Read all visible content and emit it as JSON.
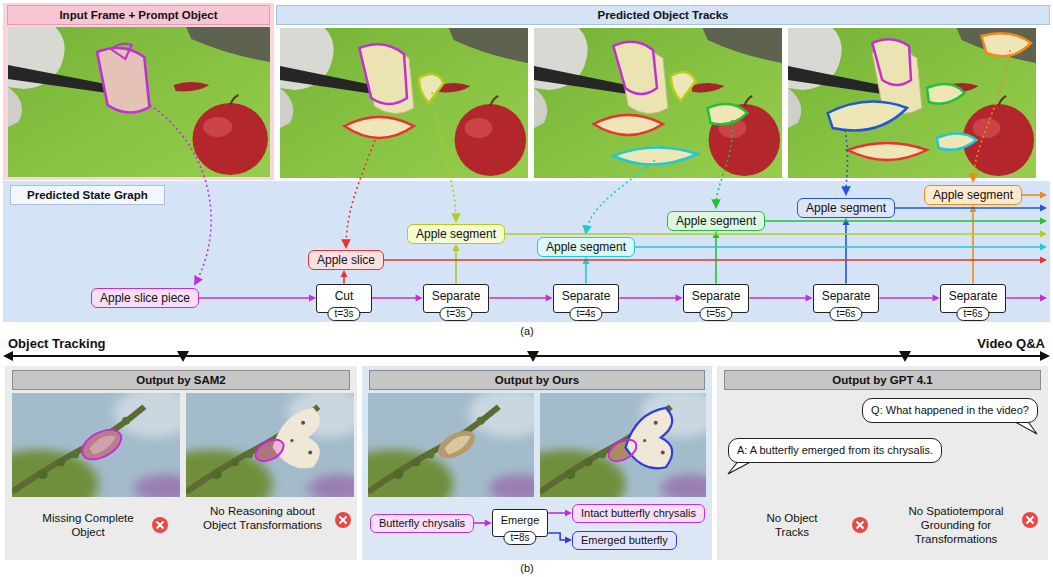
{
  "diagram": {
    "nodes": [
      {
        "text": [
          "Input Frame + Prompt Object"
        ]
      },
      {
        "text": [
          "Predicted Object Tracks"
        ]
      },
      {
        "text": [
          "Predicted State Graph"
        ]
      },
      {
        "text": [
          "Apple slice piece"
        ],
        "in": 2
      },
      {
        "text": [
          "Cut"
        ],
        "in": 2
      },
      {
        "text": [
          "t=3s"
        ],
        "in": 4
      },
      {
        "text": [
          "Apple slice"
        ],
        "in": 2
      },
      {
        "text": [
          "Separate"
        ],
        "in": 2
      },
      {
        "text": [
          "t=3s"
        ],
        "in": 7
      },
      {
        "text": [
          "Apple segment"
        ],
        "in": 2
      },
      {
        "text": [
          "Separate"
        ],
        "in": 2
      },
      {
        "text": [
          "t=4s"
        ],
        "in": 10
      },
      {
        "text": [
          "Apple segment"
        ],
        "in": 2
      },
      {
        "text": [
          "Separate"
        ],
        "in": 2
      },
      {
        "text": [
          "t=5s"
        ],
        "in": 13
      },
      {
        "text": [
          "Apple segment"
        ],
        "in": 2
      },
      {
        "text": [
          "Separate"
        ],
        "in": 2
      },
      {
        "text": [
          "t=6s"
        ],
        "in": 16
      },
      {
        "text": [
          "Apple segment"
        ],
        "in": 2
      },
      {
        "text": [
          "Separate"
        ],
        "in": 2
      },
      {
        "text": [
          "t=6s"
        ],
        "in": 19
      },
      {
        "text": [
          "Apple segment"
        ],
        "in": 2
      },
      {
        "text": [
          "Output by SAM2"
        ]
      },
      {
        "text": [
          "Output by Ours"
        ]
      },
      {
        "text": [
          "Butterfly chrysalis"
        ],
        "in": 23
      },
      {
        "text": [
          "Emerge"
        ],
        "in": 23
      },
      {
        "text": [
          "t=8s"
        ],
        "in": 25
      },
      {
        "text": [
          "Intact butterfly chrysalis"
        ],
        "in": 23
      },
      {
        "text": [
          "Emerged butterfly"
        ],
        "in": 23
      },
      {
        "text": [
          "Output by GPT 4.1"
        ]
      },
      {
        "text": [
          "Q: What happened in the video?"
        ],
        "in": 29
      },
      {
        "text": [
          "A: A butterfly emerged from its chrysalis."
        ],
        "in": 29
      }
    ],
    "edges": [
      {
        "from": 3,
        "to": 4,
        "arrow": "to"
      },
      {
        "from": 4,
        "to": 6,
        "arrow": "to"
      },
      {
        "from": 4,
        "to": 7,
        "arrow": "to"
      },
      {
        "from": 7,
        "to": 9,
        "arrow": "to"
      },
      {
        "from": 7,
        "to": 10,
        "arrow": "to"
      },
      {
        "from": 10,
        "to": 12,
        "arrow": "to"
      },
      {
        "from": 10,
        "to": 13,
        "arrow": "to"
      },
      {
        "from": 13,
        "to": 15,
        "arrow": "to"
      },
      {
        "from": 13,
        "to": 16,
        "arrow": "to"
      },
      {
        "from": 16,
        "to": 18,
        "arrow": "to"
      },
      {
        "from": 16,
        "to": 19,
        "arrow": "to"
      },
      {
        "from": 19,
        "to": 21,
        "arrow": "to"
      },
      {
        "from": 24,
        "to": 25,
        "arrow": "to"
      },
      {
        "from": 25,
        "to": 27,
        "arrow": "to"
      },
      {
        "from": 25,
        "to": 28,
        "arrow": "to"
      }
    ],
    "labels": [
      "(a)",
      "Object Tracking",
      "Video Q&A",
      "Missing Complete Object",
      "No Reasoning about Object Transformations",
      "No Object Tracks",
      "No Spatiotemporal Grounding for Transformations",
      "(b)"
    ]
  }
}
